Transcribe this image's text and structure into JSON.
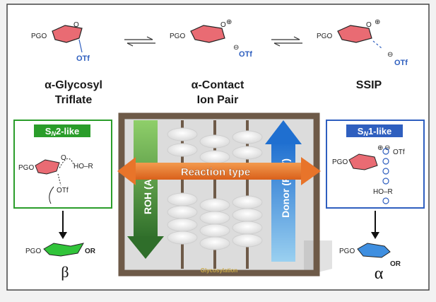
{
  "species": [
    {
      "prefix": "PGO",
      "leaving_group": "OTf",
      "name_line1": "α-Glycosyl",
      "name_line2": "Triflate"
    },
    {
      "prefix": "PGO",
      "leaving_group": "OTf",
      "charge_oxo": "⊕",
      "charge_lg": "⊖",
      "name_line1": "α-Contact",
      "name_line2": "Ion Pair"
    },
    {
      "prefix": "PGO",
      "leaving_group": "OTf",
      "charge_oxo": "⊕",
      "charge_lg": "⊖",
      "name_line1": "SSIP",
      "name_line2": ""
    }
  ],
  "left_box": {
    "title_pre": "S",
    "title_sub": "N",
    "title_post": "2-like",
    "prefix": "PGO",
    "nucleophile": "HO–R",
    "leaving_group": "OTf",
    "product_prefix": "PGO",
    "product_suffix": "OR",
    "stereo": "β"
  },
  "right_box": {
    "title_pre": "S",
    "title_sub": "N",
    "title_post": "1-like",
    "prefix": "PGO",
    "charge_oxo": "⊕",
    "charge_lg": "⊖",
    "leaving_group": "OTf",
    "nucleophile": "HO–R",
    "product_prefix": "PGO",
    "product_suffix": "OR",
    "stereo": "α"
  },
  "abacus": {
    "horizontal_label": "Reaction type",
    "left_arrow_label": "ROH (Aka)",
    "right_arrow_label": "Donor (RRV)",
    "base_label": "Glycosylation"
  },
  "colors": {
    "ring_red": "#e96b73",
    "ring_green": "#31c43a",
    "ring_blue": "#3f8fe0",
    "sn2_green": "#2a9d2a",
    "sn1_blue": "#2f5fbf",
    "orange": "#e8742a",
    "frame_brown": "#6e5a48"
  }
}
